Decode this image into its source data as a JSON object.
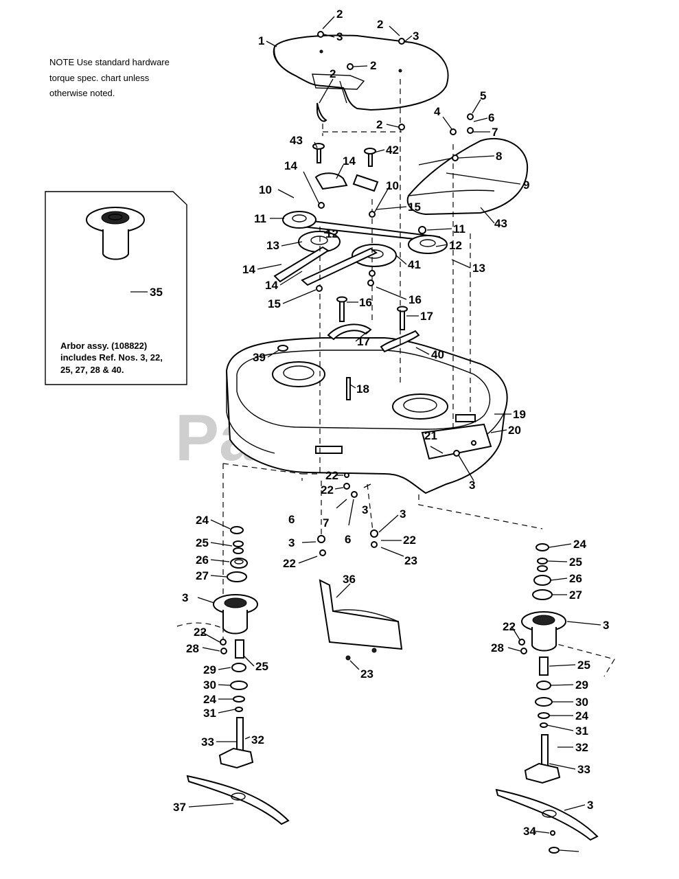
{
  "note": {
    "line1": "NOTE  Use standard hardware",
    "line2": "torque spec. chart unless",
    "line3": "otherwise noted."
  },
  "inset": {
    "ref": "35",
    "line1": "Arbor assy. (108822)",
    "line2": "includes Ref. Nos. 3, 22,",
    "line3": "25, 27, 28 & 40."
  },
  "watermark": "PartsTree",
  "callouts": [
    {
      "id": "c1",
      "text": "1"
    },
    {
      "id": "c2a",
      "text": "2"
    },
    {
      "id": "c3a",
      "text": "3"
    },
    {
      "id": "c2b",
      "text": "2"
    },
    {
      "id": "c3b",
      "text": "3"
    },
    {
      "id": "c2c",
      "text": "2"
    },
    {
      "id": "c2d",
      "text": "2"
    },
    {
      "id": "c2e",
      "text": "2"
    },
    {
      "id": "c4",
      "text": "4"
    },
    {
      "id": "c5",
      "text": "5"
    },
    {
      "id": "c6a",
      "text": "6"
    },
    {
      "id": "c7a",
      "text": "7"
    },
    {
      "id": "c8",
      "text": "8"
    },
    {
      "id": "c9",
      "text": "9"
    },
    {
      "id": "c43a",
      "text": "43"
    },
    {
      "id": "c43b",
      "text": "43"
    },
    {
      "id": "c42",
      "text": "42"
    },
    {
      "id": "c14a",
      "text": "14"
    },
    {
      "id": "c14b",
      "text": "14"
    },
    {
      "id": "c10a",
      "text": "10"
    },
    {
      "id": "c10b",
      "text": "10"
    },
    {
      "id": "c11a",
      "text": "11"
    },
    {
      "id": "c11b",
      "text": "11"
    },
    {
      "id": "c12a",
      "text": "12"
    },
    {
      "id": "c12b",
      "text": "12"
    },
    {
      "id": "c13a",
      "text": "13"
    },
    {
      "id": "c13b",
      "text": "13"
    },
    {
      "id": "c41",
      "text": "41"
    },
    {
      "id": "c14c",
      "text": "14"
    },
    {
      "id": "c14d",
      "text": "14"
    },
    {
      "id": "c15a",
      "text": "15"
    },
    {
      "id": "c15b",
      "text": "15"
    },
    {
      "id": "c16a",
      "text": "16"
    },
    {
      "id": "c16b",
      "text": "16"
    },
    {
      "id": "c17a",
      "text": "17"
    },
    {
      "id": "c17b",
      "text": "17"
    },
    {
      "id": "c40",
      "text": "40"
    },
    {
      "id": "c39",
      "text": "39"
    },
    {
      "id": "c18",
      "text": "18"
    },
    {
      "id": "c19",
      "text": "19"
    },
    {
      "id": "c20",
      "text": "20"
    },
    {
      "id": "c21",
      "text": "21"
    },
    {
      "id": "c3c",
      "text": "3"
    },
    {
      "id": "c22a",
      "text": "22"
    },
    {
      "id": "c22b",
      "text": "22"
    },
    {
      "id": "c7b",
      "text": "7"
    },
    {
      "id": "c3d",
      "text": "3"
    },
    {
      "id": "c6b",
      "text": "6"
    },
    {
      "id": "c6c",
      "text": "6"
    },
    {
      "id": "c3e",
      "text": "3"
    },
    {
      "id": "c3f",
      "text": "3"
    },
    {
      "id": "c22c",
      "text": "22"
    },
    {
      "id": "c22d",
      "text": "22"
    },
    {
      "id": "c23a",
      "text": "23"
    },
    {
      "id": "c24a",
      "text": "24"
    },
    {
      "id": "c25a",
      "text": "25"
    },
    {
      "id": "c26a",
      "text": "26"
    },
    {
      "id": "c27a",
      "text": "27"
    },
    {
      "id": "c3g",
      "text": "3"
    },
    {
      "id": "c22e",
      "text": "22"
    },
    {
      "id": "c28a",
      "text": "28"
    },
    {
      "id": "c25b",
      "text": "25"
    },
    {
      "id": "c29a",
      "text": "29"
    },
    {
      "id": "c30a",
      "text": "30"
    },
    {
      "id": "c24b",
      "text": "24"
    },
    {
      "id": "c31a",
      "text": "31"
    },
    {
      "id": "c32a",
      "text": "32"
    },
    {
      "id": "c33a",
      "text": "33"
    },
    {
      "id": "c37",
      "text": "37"
    },
    {
      "id": "c36",
      "text": "36"
    },
    {
      "id": "c23b",
      "text": "23"
    },
    {
      "id": "c24c",
      "text": "24"
    },
    {
      "id": "c25c",
      "text": "25"
    },
    {
      "id": "c26b",
      "text": "26"
    },
    {
      "id": "c27b",
      "text": "27"
    },
    {
      "id": "c3h",
      "text": "3"
    },
    {
      "id": "c22f",
      "text": "22"
    },
    {
      "id": "c28b",
      "text": "28"
    },
    {
      "id": "c25d",
      "text": "25"
    },
    {
      "id": "c29b",
      "text": "29"
    },
    {
      "id": "c30b",
      "text": "30"
    },
    {
      "id": "c24d",
      "text": "24"
    },
    {
      "id": "c31b",
      "text": "31"
    },
    {
      "id": "c32b",
      "text": "32"
    },
    {
      "id": "c33b",
      "text": "33"
    },
    {
      "id": "c3i",
      "text": "3"
    },
    {
      "id": "c34",
      "text": "34"
    }
  ]
}
